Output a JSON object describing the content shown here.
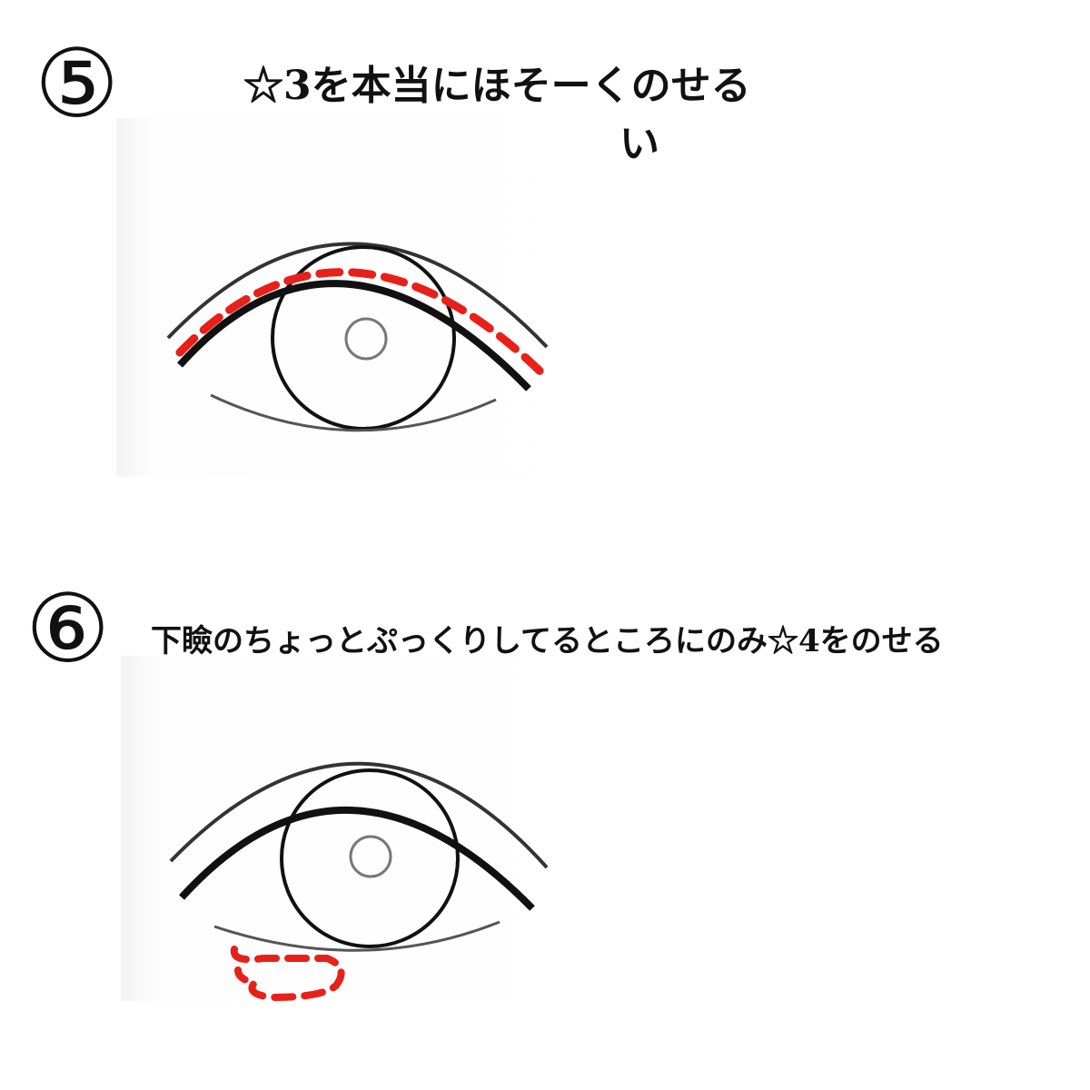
{
  "steps": [
    {
      "number": "⑤",
      "instruction": "☆3を本当にほそーくのせる",
      "instruction_line2_fragment": "い"
    },
    {
      "number": "⑥",
      "instruction": "下瞼のちょっとぷっくりしてるところにのみ☆4をのせる"
    }
  ],
  "colors": {
    "marker": "#e8201a",
    "line": "#111111"
  }
}
